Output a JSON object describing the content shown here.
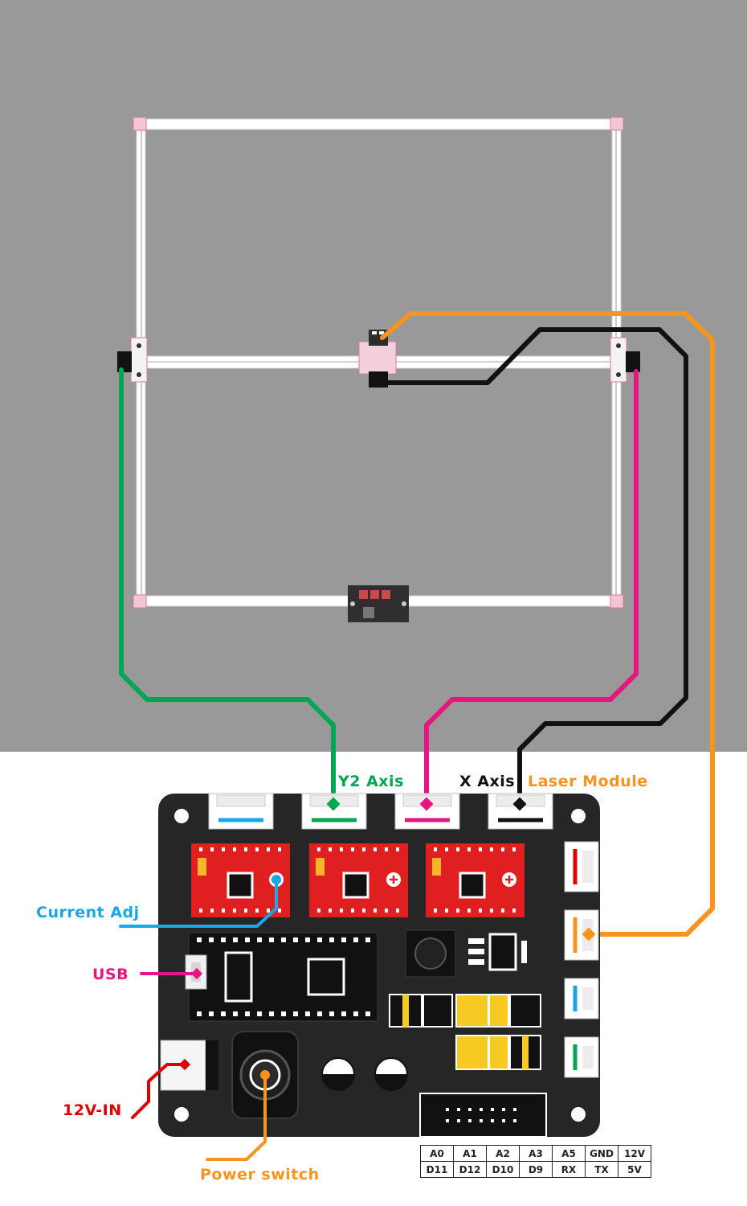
{
  "labels": {
    "y2_axis": "Y2 Axis",
    "x_axis": "X Axis",
    "laser_module": "Laser Module",
    "current_adj": "Current Adj",
    "usb": "USB",
    "power_in": "12V-IN",
    "power_switch": "Power switch"
  },
  "pin_table": {
    "rows": [
      [
        "A0",
        "A1",
        "A2",
        "A3",
        "A5",
        "GND",
        "12V"
      ],
      [
        "D11",
        "D12",
        "D10",
        "D9",
        "RX",
        "TX",
        "5V"
      ]
    ]
  },
  "colors": {
    "background_top": "#999999",
    "board": "#262626",
    "driver": "#e02020",
    "frame": "#ffffff",
    "wire_green": "#00a651",
    "wire_magenta": "#e6157f",
    "wire_black": "#111111",
    "wire_orange": "#f7941d",
    "wire_blue": "#1aa7e8",
    "wire_red": "#e00000"
  }
}
